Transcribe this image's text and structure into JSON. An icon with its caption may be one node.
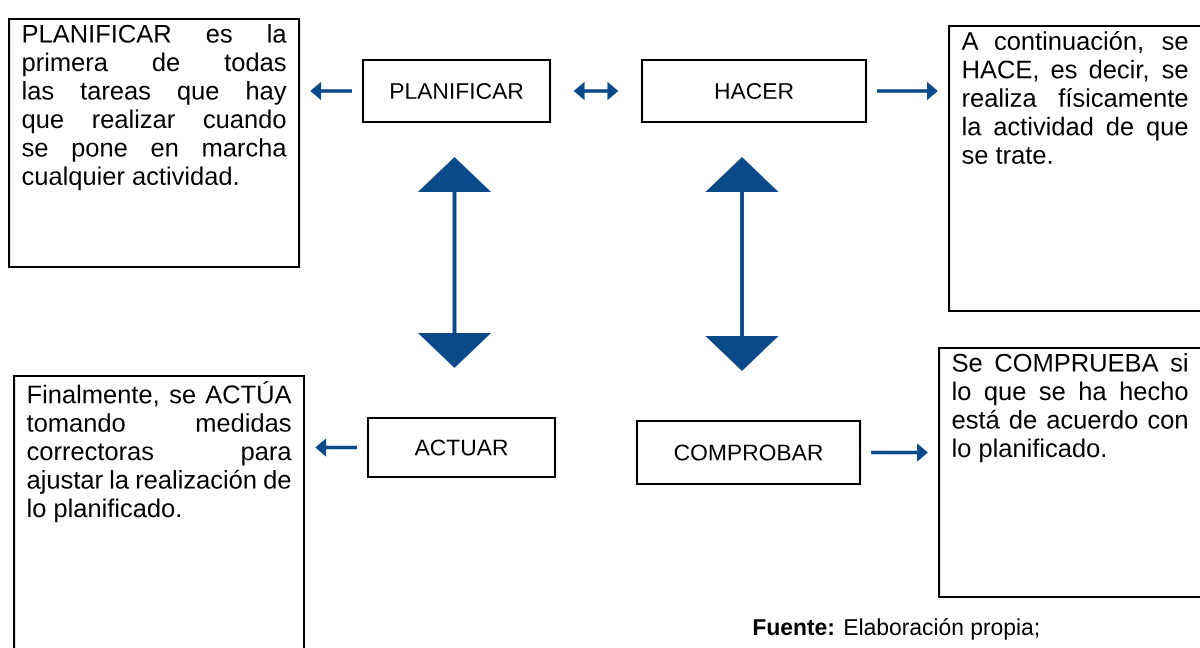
{
  "diagram": {
    "nodes": [
      {
        "text": [
          "PLANIFICAR es la primera de todas las tareas que hay que realizar cuando se pone en marcha cualquier actividad."
        ]
      },
      {
        "text": [
          "PLANIFICAR"
        ]
      },
      {
        "text": [
          "HACER"
        ]
      },
      {
        "text": [
          "A continuación, se HACE, es decir, se realiza físicamente la actividad de que se trate."
        ]
      },
      {
        "text": [
          "Finalmente, se ACTÚA tomando medidas correctoras para ajustar la realización de lo planificado."
        ]
      },
      {
        "text": [
          "ACTUAR"
        ]
      },
      {
        "text": [
          "COMPROBAR"
        ]
      },
      {
        "text": [
          "Se COMPRUEBA si lo que se ha hecho está de acuerdo con lo planificado."
        ]
      }
    ],
    "edges": [
      {
        "from": 1,
        "to": 0,
        "arrow": "to"
      },
      {
        "from": 1,
        "to": 2,
        "arrow": "both"
      },
      {
        "from": 2,
        "to": 3,
        "arrow": "to"
      },
      {
        "from": 1,
        "to": 5,
        "arrow": "both"
      },
      {
        "from": 2,
        "to": 6,
        "arrow": "both"
      },
      {
        "from": 5,
        "to": 4,
        "arrow": "to"
      },
      {
        "from": 6,
        "to": 7,
        "arrow": "to"
      }
    ],
    "labels": [
      "**Fuente:** Elaboración propia;"
    ]
  }
}
